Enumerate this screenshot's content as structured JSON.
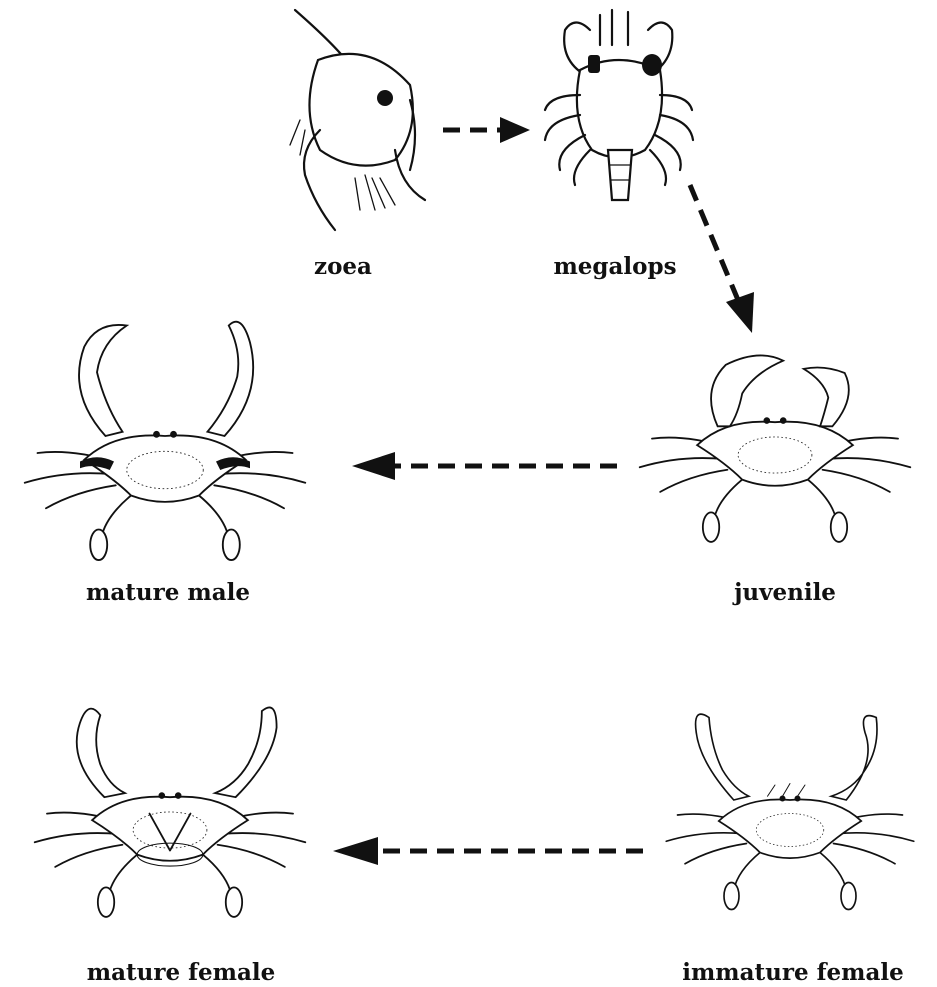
{
  "stages": {
    "zoea": "zoea",
    "megalops": "megalops",
    "juvenile": "juvenile",
    "mature_male": "mature male",
    "mature_female": "mature female",
    "immature_female": "immature female"
  },
  "arrows": [
    {
      "from": "zoea",
      "to": "megalops"
    },
    {
      "from": "megalops",
      "to": "juvenile"
    },
    {
      "from": "juvenile",
      "to": "mature male"
    },
    {
      "from": "immature female",
      "to": "mature female"
    }
  ]
}
